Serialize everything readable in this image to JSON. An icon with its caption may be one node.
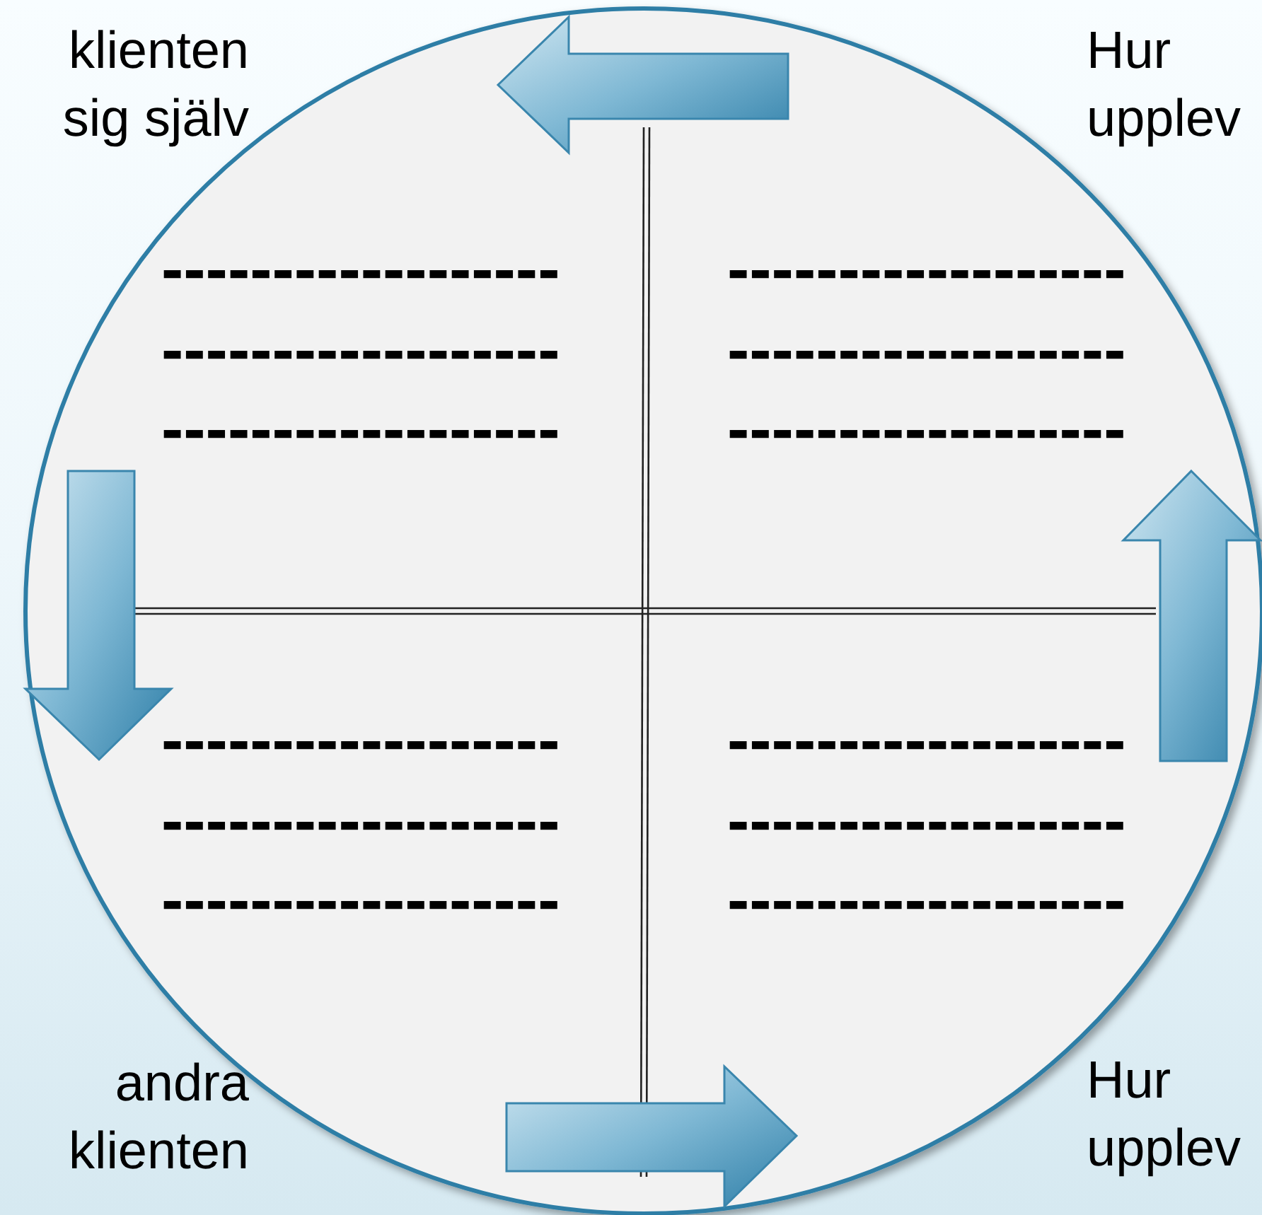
{
  "diagram": {
    "labels": [
      "klienten sig själv",
      "Hur upplev",
      "------------------",
      "------------------",
      "------------------",
      "------------------",
      "------------------",
      "------------------",
      "------------------",
      "------------------",
      "------------------",
      "------------------",
      "------------------",
      "------------------",
      "andra klienten",
      "Hur upplev"
    ]
  }
}
